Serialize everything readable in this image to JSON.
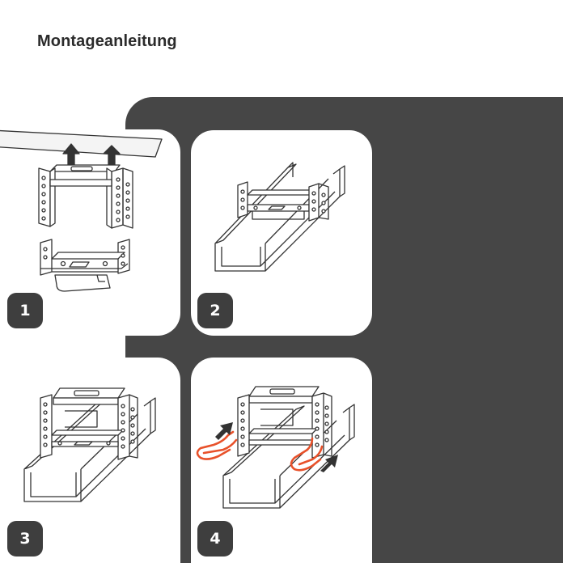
{
  "header": {
    "title": "Montageanleitung"
  },
  "steps": [
    {
      "number": "1"
    },
    {
      "number": "2"
    },
    {
      "number": "3"
    },
    {
      "number": "4"
    }
  ],
  "colors": {
    "background": "#ffffff",
    "dark_panel": "#464646",
    "badge": "#3e3e3e",
    "badge_text": "#ffffff",
    "line_art": "#333333",
    "highlight_clip": "#e8512a",
    "arrow": "#333333"
  }
}
